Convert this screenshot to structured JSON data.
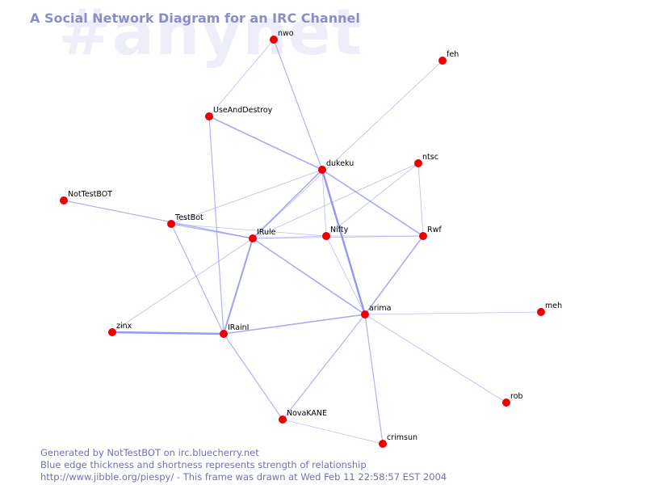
{
  "watermark": "#anynet",
  "title": "A Social Network Diagram for an IRC Channel",
  "footer": {
    "line1": "Generated by NotTestBOT on irc.bluecherry.net",
    "line2": "Blue edge thickness and shortness represents strength of relationship",
    "line3": "http://www.jibble.org/piespy/ - This frame was drawn at Wed Feb 11 22:58:57 EST 2004"
  },
  "colors": {
    "node": "#ee0000",
    "edge": "#8c8cf0",
    "title": "#8c8cc8",
    "watermark": "#eeeefb",
    "footer": "#7070b8"
  },
  "nodes": [
    {
      "id": "nwo",
      "label": "nwo"
    },
    {
      "id": "feh",
      "label": "feh"
    },
    {
      "id": "UseAndDestroy",
      "label": "UseAndDestroy"
    },
    {
      "id": "dukeku",
      "label": "dukeku"
    },
    {
      "id": "ntsc",
      "label": "ntsc"
    },
    {
      "id": "NotTestBOT",
      "label": "NotTestBOT"
    },
    {
      "id": "TestBot",
      "label": "TestBot"
    },
    {
      "id": "IRule",
      "label": "IRule"
    },
    {
      "id": "Nifty",
      "label": "Nifty"
    },
    {
      "id": "Rwf",
      "label": "Rwf"
    },
    {
      "id": "arima",
      "label": "arima"
    },
    {
      "id": "meh",
      "label": "meh"
    },
    {
      "id": "zinx",
      "label": "zinx"
    },
    {
      "id": "IRainI",
      "label": "IRainI"
    },
    {
      "id": "rob",
      "label": "rob"
    },
    {
      "id": "NovaKANE",
      "label": "NovaKANE"
    },
    {
      "id": "crimsun",
      "label": "crimsun"
    }
  ],
  "edges": [
    {
      "source": "nwo",
      "target": "UseAndDestroy",
      "weight": 1
    },
    {
      "source": "nwo",
      "target": "dukeku",
      "weight": 1.5
    },
    {
      "source": "feh",
      "target": "IRule",
      "weight": 1
    },
    {
      "source": "UseAndDestroy",
      "target": "dukeku",
      "weight": 2
    },
    {
      "source": "UseAndDestroy",
      "target": "IRainI",
      "weight": 1.5
    },
    {
      "source": "dukeku",
      "target": "IRule",
      "weight": 2
    },
    {
      "source": "dukeku",
      "target": "Nifty",
      "weight": 1
    },
    {
      "source": "dukeku",
      "target": "Rwf",
      "weight": 2
    },
    {
      "source": "dukeku",
      "target": "arima",
      "weight": 3
    },
    {
      "source": "dukeku",
      "target": "TestBot",
      "weight": 1
    },
    {
      "source": "ntsc",
      "target": "Rwf",
      "weight": 1
    },
    {
      "source": "ntsc",
      "target": "IRule",
      "weight": 1
    },
    {
      "source": "ntsc",
      "target": "Nifty",
      "weight": 1
    },
    {
      "source": "NotTestBOT",
      "target": "IRule",
      "weight": 1.5
    },
    {
      "source": "TestBot",
      "target": "IRule",
      "weight": 1.5
    },
    {
      "source": "TestBot",
      "target": "Nifty",
      "weight": 1
    },
    {
      "source": "TestBot",
      "target": "IRainI",
      "weight": 1.5
    },
    {
      "source": "IRule",
      "target": "Nifty",
      "weight": 1
    },
    {
      "source": "IRule",
      "target": "Rwf",
      "weight": 1
    },
    {
      "source": "IRule",
      "target": "arima",
      "weight": 2
    },
    {
      "source": "IRule",
      "target": "IRainI",
      "weight": 2.5
    },
    {
      "source": "IRule",
      "target": "zinx",
      "weight": 1
    },
    {
      "source": "Nifty",
      "target": "Rwf",
      "weight": 1
    },
    {
      "source": "Nifty",
      "target": "arima",
      "weight": 1
    },
    {
      "source": "Rwf",
      "target": "arima",
      "weight": 2
    },
    {
      "source": "arima",
      "target": "IRainI",
      "weight": 2
    },
    {
      "source": "arima",
      "target": "meh",
      "weight": 1
    },
    {
      "source": "arima",
      "target": "rob",
      "weight": 1
    },
    {
      "source": "arima",
      "target": "NovaKANE",
      "weight": 1.5
    },
    {
      "source": "arima",
      "target": "crimsun",
      "weight": 1.5
    },
    {
      "source": "zinx",
      "target": "IRainI",
      "weight": 3
    },
    {
      "source": "IRainI",
      "target": "NovaKANE",
      "weight": 1.5
    },
    {
      "source": "NovaKANE",
      "target": "crimsun",
      "weight": 1
    }
  ]
}
